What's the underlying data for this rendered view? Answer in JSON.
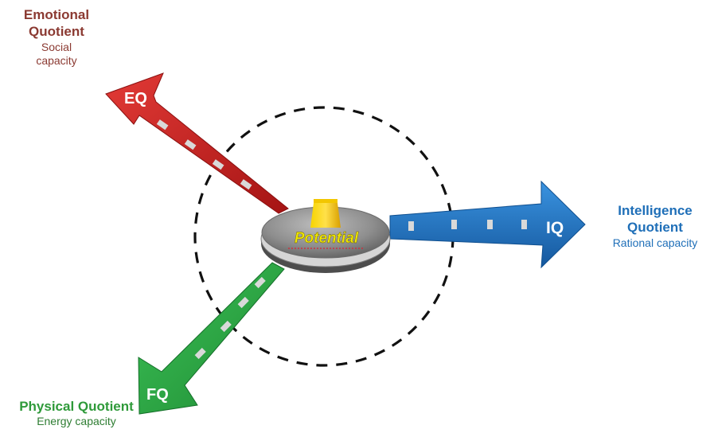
{
  "center": {
    "label": "Potential"
  },
  "eq": {
    "badge": "EQ",
    "title_line1": "Emotional",
    "title_line2": "Quotient",
    "sub_line1": "Social",
    "sub_line2": "capacity",
    "color": "#c8201f"
  },
  "iq": {
    "badge": "IQ",
    "title_line1": "Intelligence",
    "title_line2": "Quotient",
    "sub_line1": "Rational capacity",
    "color": "#1f74c6"
  },
  "fq": {
    "badge": "FQ",
    "title_line1": "Physical Quotient",
    "sub_line1": "Energy capacity",
    "color": "#2ea043"
  },
  "colors": {
    "eq_text": "#8b3a32",
    "iq_text": "#1f6fb8",
    "fq_text": "#2f9a3a",
    "potential_text": "#f0e800",
    "platform": "#8c8c8c",
    "pillar": "#e6b800"
  }
}
